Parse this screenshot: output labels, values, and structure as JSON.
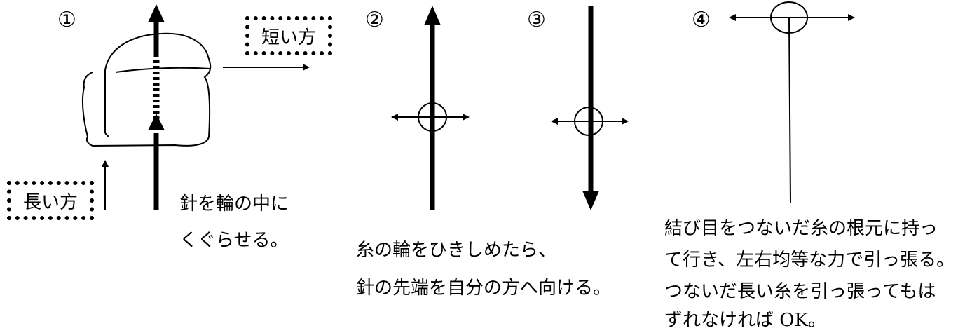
{
  "steps": {
    "step1": {
      "number": "①",
      "label_short": "短い方",
      "label_long": "長い方",
      "caption": [
        "針を輪の中に",
        "くぐらせる。"
      ]
    },
    "step2": {
      "number": "②",
      "caption": [
        "糸の輪をひきしめたら、",
        "針の先端を自分の方へ向ける。"
      ]
    },
    "step3": {
      "number": "③"
    },
    "step4": {
      "number": "④",
      "caption": [
        "結び目をつないだ糸の根元に持っ",
        "て行き、左右均等な力で引っ張る。",
        "つないだ長い糸を引っ張ってもは",
        "ずれなければ OK。"
      ]
    }
  }
}
